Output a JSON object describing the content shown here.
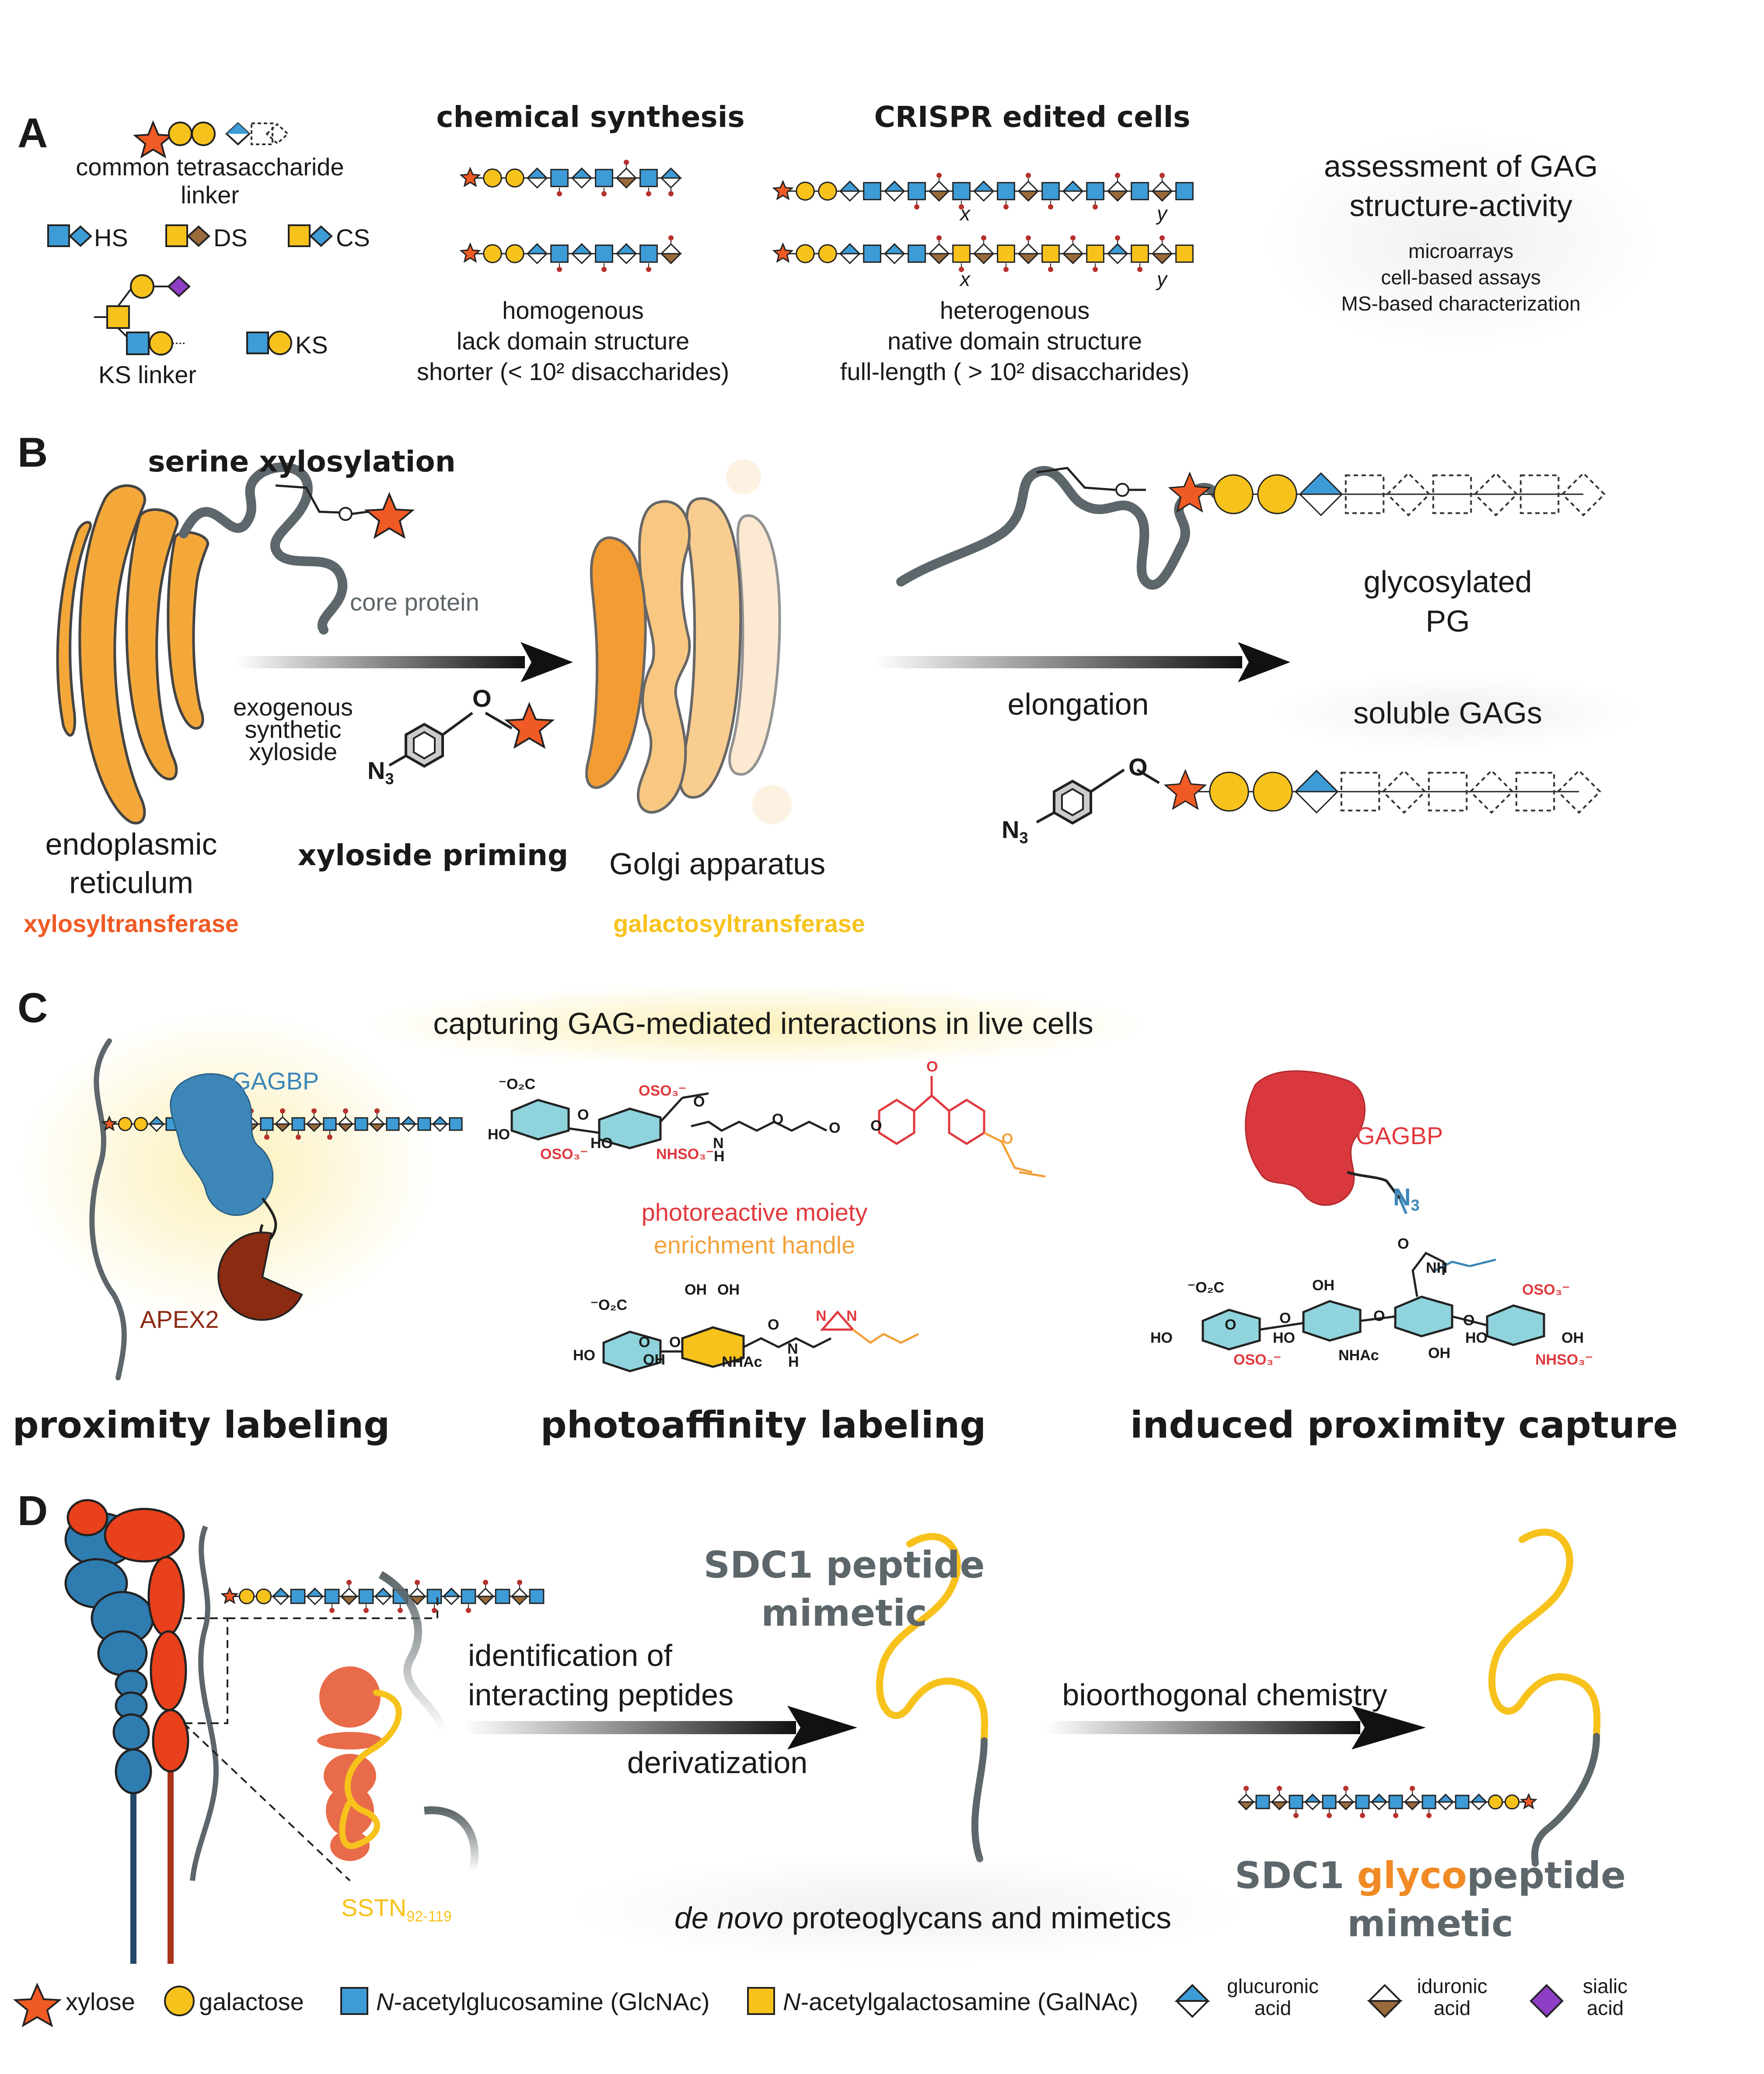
{
  "panels": {
    "A": {
      "label": "A",
      "linker_label": "common tetrasaccharide linker",
      "gag_types": {
        "hs": "HS",
        "ds": "DS",
        "cs": "CS",
        "ks": "KS"
      },
      "ks_linker_label": "KS linker",
      "chemical_title": "chemical synthesis",
      "crispr_title": "CRISPR edited cells",
      "chemical_desc": [
        "homogenous",
        "lack domain structure",
        "shorter (< 10² disaccharides)"
      ],
      "crispr_desc": [
        "heterogenous",
        "native domain structure",
        "full-length ( > 10² disaccharides)"
      ],
      "repeat_x": "x",
      "repeat_y": "y",
      "assessment_title": [
        "assessment of GAG",
        "structure-activity"
      ],
      "assessment_items": [
        "microarrays",
        "cell-based assays",
        "MS-based characterization"
      ]
    },
    "B": {
      "label": "B",
      "serine": "serine xylosylation",
      "core_protein": "core protein",
      "exogenous": [
        "exogenous",
        "synthetic",
        "xyloside"
      ],
      "n3": "N",
      "n3_sub": "3",
      "o_atom": "O",
      "er": [
        "endoplasmic",
        "reticulum"
      ],
      "xylosyltransferase": "xylosyltransferase",
      "xyloside_priming": "xyloside priming",
      "golgi": "Golgi apparatus",
      "galactosyltransferase": "galactosyltransferase",
      "elongation": "elongation",
      "glycosylated_pg": [
        "glycosylated",
        "PG"
      ],
      "soluble_gags": "soluble GAGs"
    },
    "C": {
      "label": "C",
      "capturing": "capturing GAG-mediated interactions in live cells",
      "gagbp_blue": "GAGBP",
      "apex2": "APEX2",
      "proximity": "proximity labeling",
      "photoreactive": "photoreactive moiety",
      "enrichment": "enrichment handle",
      "photoaffinity": "photoaffinity labeling",
      "gagbp_red": "GAGBP",
      "n3": "N",
      "n3_sub": "3",
      "induced": "induced proximity capture",
      "chem_top": {
        "co2": "⁻O₂C",
        "oso3a": "OSO₃⁻",
        "ho": "HO",
        "ho2": "HO",
        "oso3b": "OSO₃⁻",
        "nhso3": "NHSO₃⁻",
        "nh": "N",
        "h": "H",
        "o1": "O",
        "o2": "O",
        "o3": "O",
        "o4": "O",
        "o5": "O",
        "o6": "O",
        "o7": "O"
      },
      "chem_mid": {
        "co2": "⁻O₂C",
        "oh1": "OH",
        "oh2": "OH",
        "ho": "HO",
        "oh3": "OH",
        "nhac": "NHAc",
        "o1": "O",
        "o2": "O",
        "o3": "O",
        "nh": "N",
        "h": "H",
        "n1": "N",
        "n2": "N"
      },
      "chem_right": {
        "co2": "⁻O₂C",
        "o1": "O",
        "nh": "NH",
        "oh1": "OH",
        "oso3": "OSO₃⁻",
        "ho1": "HO",
        "ho2": "HO",
        "oso3b": "OSO₃⁻",
        "nhac": "NHAc",
        "oh2": "OH",
        "ho3": "HO",
        "oh3": "OH",
        "nhso3": "NHSO₃⁻",
        "o2": "O",
        "o3": "O",
        "o4": "O",
        "o5": "O"
      }
    },
    "D": {
      "label": "D",
      "identification": [
        "identification of",
        "interacting peptides"
      ],
      "derivatization": "derivatization",
      "sstn": "SSTN",
      "sstn_sub": "92-119",
      "sdc1_peptide": [
        "SDC1 peptide",
        "mimetic"
      ],
      "bioorthogonal": "bioorthogonal chemistry",
      "de_novo_italic": "de novo",
      "de_novo_rest": " proteoglycans and mimetics",
      "sdc1_glyco": {
        "a": "SDC1 ",
        "b": "glyco",
        "c": "peptide",
        "d": "mimetic"
      }
    }
  },
  "legend": [
    {
      "shape": "star",
      "color": "#f05a24",
      "label": "xylose"
    },
    {
      "shape": "circle",
      "color": "#f7c21b",
      "label": "galactose"
    },
    {
      "shape": "square",
      "color": "#3d9bd6",
      "label_italic": "N",
      "label": "-acetylglucosamine (GlcNAc)"
    },
    {
      "shape": "square",
      "color": "#f7c21b",
      "label_italic": "N",
      "label": "-acetylgalactosamine (GalNAc)"
    },
    {
      "shape": "diamond-split",
      "color": "#3d9bd6",
      "label": [
        "glucuronic",
        "acid"
      ]
    },
    {
      "shape": "diamond-split",
      "color": "#9a6a3b",
      "label": [
        "iduronic",
        "acid"
      ]
    },
    {
      "shape": "diamond",
      "color": "#8e3fc6",
      "label": [
        "sialic",
        "acid"
      ]
    }
  ],
  "colors": {
    "xylose": "#f05a24",
    "galactose": "#f7c21b",
    "glcnac": "#3d9bd6",
    "galnac": "#f7c21b",
    "iduronic": "#9a6a3b",
    "sialic": "#8e3fc6",
    "sulfate": "#b7312c",
    "er": "#f5a83a",
    "apex2": "#8b2b12",
    "gagbp_blue": "#3d86b8",
    "gagbp_red": "#d9393e",
    "protein_grey": "#5d666a"
  }
}
